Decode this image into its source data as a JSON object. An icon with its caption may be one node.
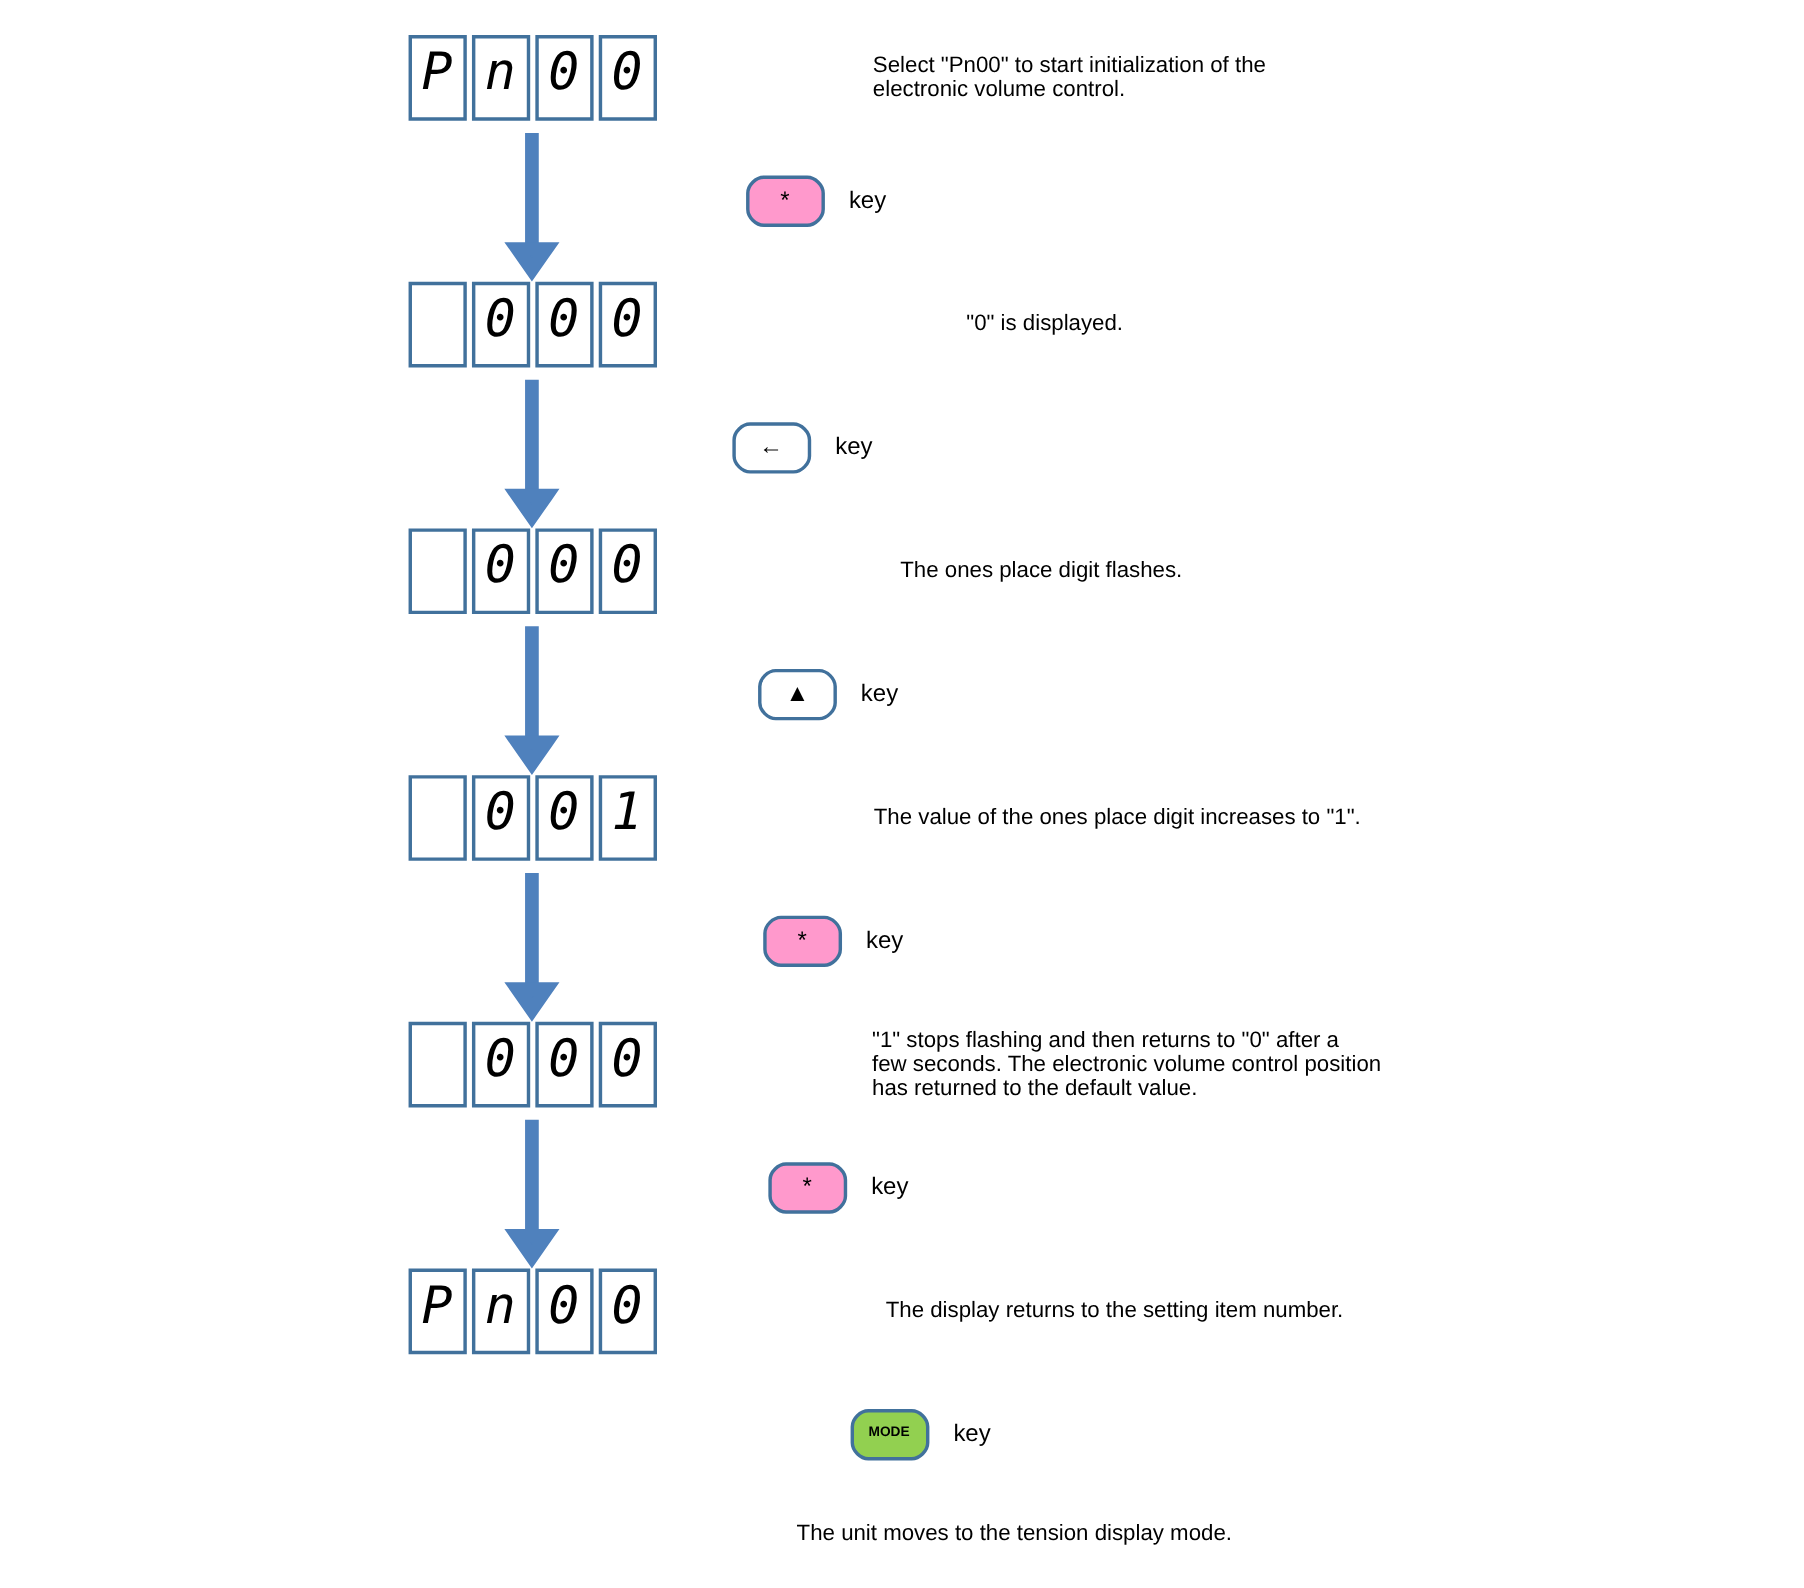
{
  "diagram": {
    "nodes": [
      {
        "text": [
          "P",
          "n",
          "0",
          "0"
        ]
      },
      {
        "text": [
          "0",
          "0",
          "0"
        ]
      },
      {
        "text": [
          "0",
          "0",
          "0"
        ]
      },
      {
        "text": [
          "0",
          "0",
          "1"
        ]
      },
      {
        "text": [
          "0",
          "0",
          "0"
        ]
      },
      {
        "text": [
          "P",
          "n",
          "0",
          "0"
        ]
      },
      {
        "text": [
          "*"
        ],
        "beside": [
          "key"
        ]
      },
      {
        "text": [
          "←"
        ],
        "beside": [
          "key"
        ]
      },
      {
        "text": [
          "▲"
        ],
        "beside": [
          "key"
        ]
      },
      {
        "text": [
          "*"
        ],
        "beside": [
          "key"
        ]
      },
      {
        "text": [
          "*"
        ],
        "beside": [
          "key"
        ]
      },
      {
        "text": [
          "MODE"
        ],
        "beside": [
          "key"
        ]
      }
    ],
    "edges": [
      {
        "from": 0,
        "to": 1,
        "arrow": "to"
      },
      {
        "from": 1,
        "to": 2,
        "arrow": "to"
      },
      {
        "from": 2,
        "to": 3,
        "arrow": "to"
      },
      {
        "from": 3,
        "to": 4,
        "arrow": "to"
      },
      {
        "from": 4,
        "to": 5,
        "arrow": "to"
      }
    ],
    "labels": [
      "Select \"Pn00\" to start initialization of the electronic volume control.",
      "\"0\" is displayed.",
      "The ones place digit flashes.",
      "The value of the ones place digit increases to \"1\".",
      "\"1\" stops flashing and then returns to \"0\" after a few seconds. The electronic volume control position has returned to the default value.",
      "The display returns to the setting item number.",
      "The unit moves to the tension display mode."
    ]
  }
}
